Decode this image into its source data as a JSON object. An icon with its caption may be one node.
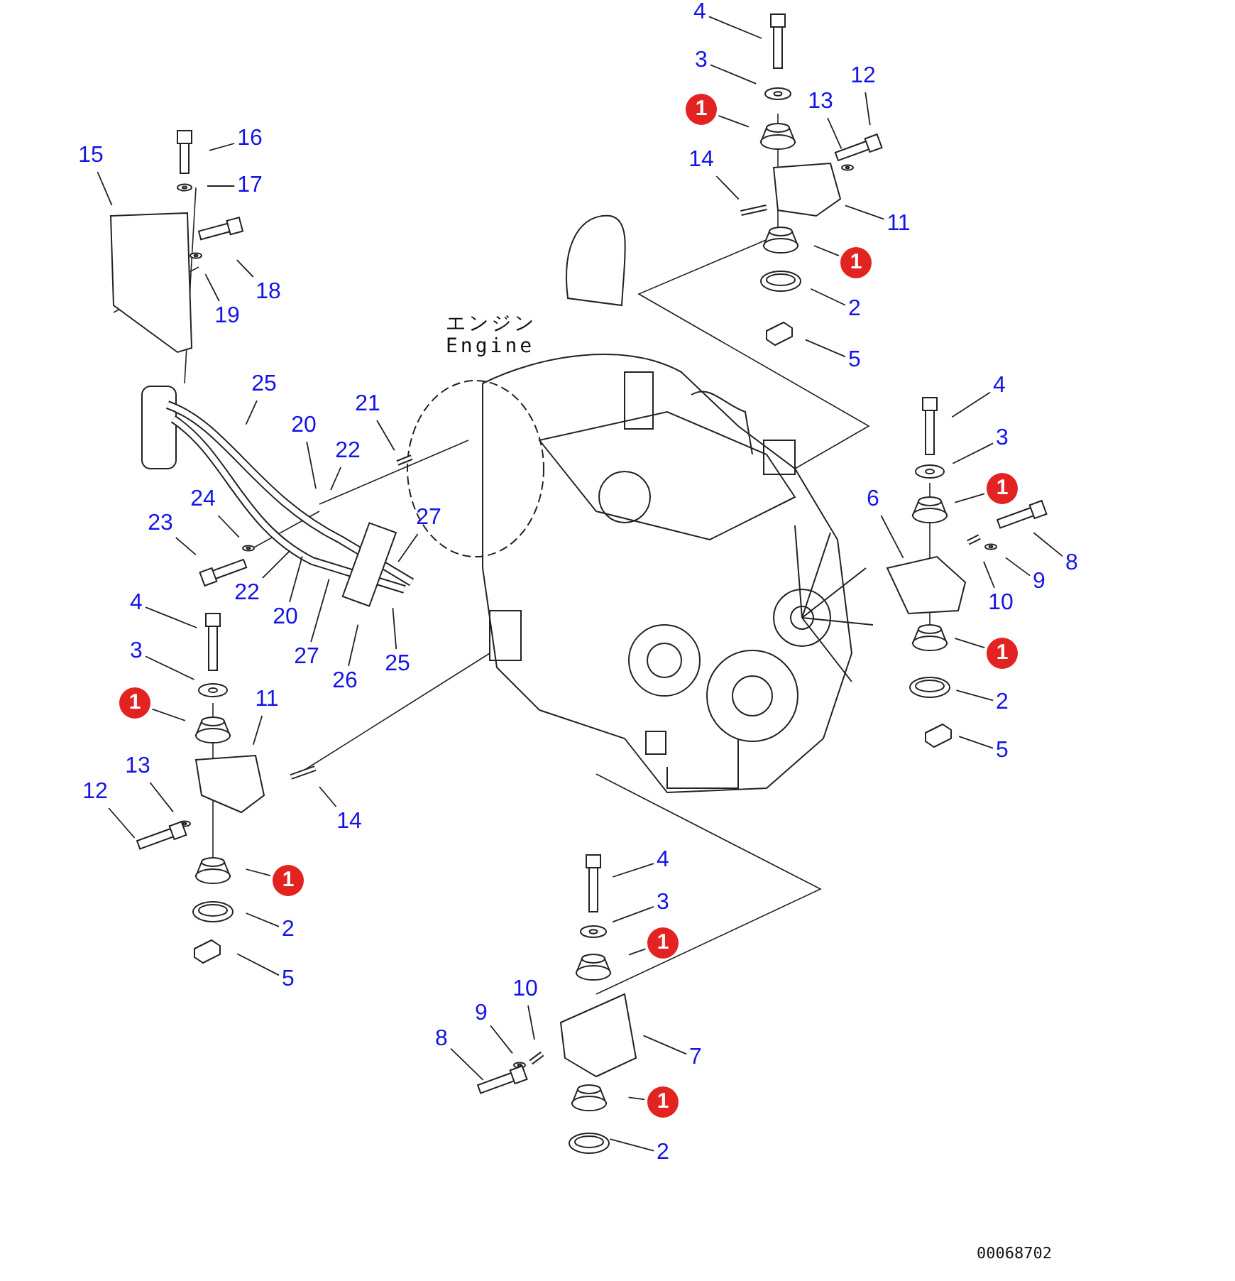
{
  "diagram": {
    "nodes": [
      {
        "text": [
          "4"
        ]
      },
      {
        "text": [
          "3"
        ]
      },
      {
        "text": [
          "1"
        ]
      },
      {
        "text": [
          "12"
        ]
      },
      {
        "text": [
          "13"
        ]
      },
      {
        "text": [
          "14"
        ]
      },
      {
        "text": [
          "11"
        ]
      },
      {
        "text": [
          "1"
        ]
      },
      {
        "text": [
          "2"
        ]
      },
      {
        "text": [
          "5"
        ]
      },
      {
        "text": [
          "16"
        ]
      },
      {
        "text": [
          "17"
        ]
      },
      {
        "text": [
          "15"
        ]
      },
      {
        "text": [
          "18"
        ]
      },
      {
        "text": [
          "19"
        ]
      },
      {
        "text": [
          "25"
        ]
      },
      {
        "text": [
          "21"
        ]
      },
      {
        "text": [
          "20"
        ]
      },
      {
        "text": [
          "22"
        ]
      },
      {
        "text": [
          "24"
        ]
      },
      {
        "text": [
          "23"
        ]
      },
      {
        "text": [
          "22"
        ]
      },
      {
        "text": [
          "20"
        ]
      },
      {
        "text": [
          "27"
        ]
      },
      {
        "text": [
          "27"
        ]
      },
      {
        "text": [
          "26"
        ]
      },
      {
        "text": [
          "25"
        ]
      },
      {
        "text": [
          "4"
        ]
      },
      {
        "text": [
          "3"
        ]
      },
      {
        "text": [
          "1"
        ]
      },
      {
        "text": [
          "11"
        ]
      },
      {
        "text": [
          "13"
        ]
      },
      {
        "text": [
          "12"
        ]
      },
      {
        "text": [
          "14"
        ]
      },
      {
        "text": [
          "1"
        ]
      },
      {
        "text": [
          "2"
        ]
      },
      {
        "text": [
          "5"
        ]
      },
      {
        "text": [
          "4"
        ]
      },
      {
        "text": [
          "3"
        ]
      },
      {
        "text": [
          "1"
        ]
      },
      {
        "text": [
          "6"
        ]
      },
      {
        "text": [
          "8"
        ]
      },
      {
        "text": [
          "9"
        ]
      },
      {
        "text": [
          "10"
        ]
      },
      {
        "text": [
          "1"
        ]
      },
      {
        "text": [
          "2"
        ]
      },
      {
        "text": [
          "5"
        ]
      },
      {
        "text": [
          "4"
        ]
      },
      {
        "text": [
          "3"
        ]
      },
      {
        "text": [
          "1"
        ]
      },
      {
        "text": [
          "10"
        ]
      },
      {
        "text": [
          "9"
        ]
      },
      {
        "text": [
          "8"
        ]
      },
      {
        "text": [
          "7"
        ]
      },
      {
        "text": [
          "1"
        ]
      },
      {
        "text": [
          "2"
        ]
      }
    ],
    "edges": [
      {
        "from": 0,
        "to": null,
        "arrow": "none"
      },
      {
        "from": 1,
        "to": null,
        "arrow": "none"
      },
      {
        "from": 2,
        "to": null,
        "arrow": "none"
      },
      {
        "from": 3,
        "to": null,
        "arrow": "none"
      },
      {
        "from": 4,
        "to": null,
        "arrow": "none"
      },
      {
        "from": 5,
        "to": null,
        "arrow": "none"
      },
      {
        "from": 6,
        "to": null,
        "arrow": "none"
      },
      {
        "from": 7,
        "to": null,
        "arrow": "none"
      },
      {
        "from": 8,
        "to": null,
        "arrow": "none"
      },
      {
        "from": 9,
        "to": null,
        "arrow": "none"
      },
      {
        "from": 10,
        "to": null,
        "arrow": "none"
      },
      {
        "from": 11,
        "to": null,
        "arrow": "none"
      },
      {
        "from": 12,
        "to": null,
        "arrow": "none"
      },
      {
        "from": 13,
        "to": null,
        "arrow": "none"
      },
      {
        "from": 14,
        "to": null,
        "arrow": "none"
      },
      {
        "from": 15,
        "to": null,
        "arrow": "none"
      },
      {
        "from": 16,
        "to": null,
        "arrow": "none"
      },
      {
        "from": 17,
        "to": null,
        "arrow": "none"
      },
      {
        "from": 18,
        "to": null,
        "arrow": "none"
      },
      {
        "from": 19,
        "to": null,
        "arrow": "none"
      },
      {
        "from": 20,
        "to": null,
        "arrow": "none"
      },
      {
        "from": 21,
        "to": null,
        "arrow": "none"
      },
      {
        "from": 22,
        "to": null,
        "arrow": "none"
      },
      {
        "from": 23,
        "to": null,
        "arrow": "none"
      },
      {
        "from": 24,
        "to": null,
        "arrow": "none"
      },
      {
        "from": 25,
        "to": null,
        "arrow": "none"
      },
      {
        "from": 26,
        "to": null,
        "arrow": "none"
      },
      {
        "from": 27,
        "to": null,
        "arrow": "none"
      },
      {
        "from": 28,
        "to": null,
        "arrow": "none"
      },
      {
        "from": 29,
        "to": null,
        "arrow": "none"
      },
      {
        "from": 30,
        "to": null,
        "arrow": "none"
      },
      {
        "from": 31,
        "to": null,
        "arrow": "none"
      },
      {
        "from": 32,
        "to": null,
        "arrow": "none"
      },
      {
        "from": 33,
        "to": null,
        "arrow": "none"
      },
      {
        "from": 34,
        "to": null,
        "arrow": "none"
      },
      {
        "from": 35,
        "to": null,
        "arrow": "none"
      },
      {
        "from": 36,
        "to": null,
        "arrow": "none"
      },
      {
        "from": 37,
        "to": null,
        "arrow": "none"
      },
      {
        "from": 38,
        "to": null,
        "arrow": "none"
      },
      {
        "from": 39,
        "to": null,
        "arrow": "none"
      },
      {
        "from": 40,
        "to": null,
        "arrow": "none"
      },
      {
        "from": 41,
        "to": null,
        "arrow": "none"
      },
      {
        "from": 42,
        "to": null,
        "arrow": "none"
      },
      {
        "from": 43,
        "to": null,
        "arrow": "none"
      },
      {
        "from": 44,
        "to": null,
        "arrow": "none"
      },
      {
        "from": 45,
        "to": null,
        "arrow": "none"
      },
      {
        "from": 46,
        "to": null,
        "arrow": "none"
      },
      {
        "from": 47,
        "to": null,
        "arrow": "none"
      },
      {
        "from": 48,
        "to": null,
        "arrow": "none"
      },
      {
        "from": 49,
        "to": null,
        "arrow": "none"
      },
      {
        "from": 50,
        "to": null,
        "arrow": "none"
      },
      {
        "from": 51,
        "to": null,
        "arrow": "none"
      },
      {
        "from": 52,
        "to": null,
        "arrow": "none"
      },
      {
        "from": 53,
        "to": null,
        "arrow": "none"
      },
      {
        "from": 54,
        "to": null,
        "arrow": "none"
      },
      {
        "from": 55,
        "to": null,
        "arrow": "none"
      }
    ],
    "labels": [
      "エンジン",
      "Engine",
      "00068702"
    ]
  }
}
